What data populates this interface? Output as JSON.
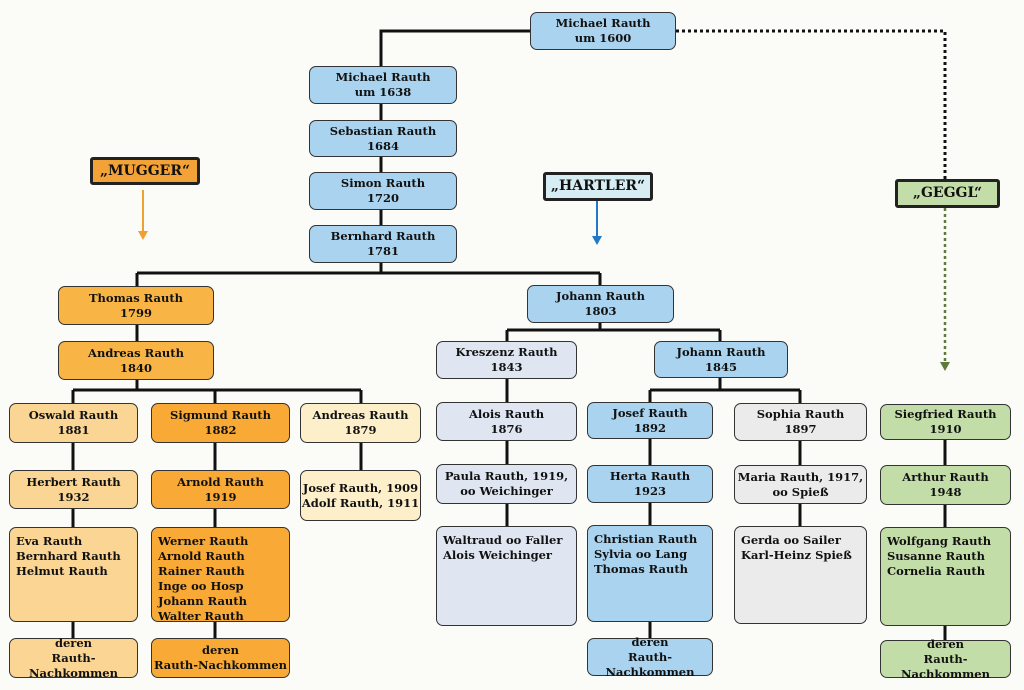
{
  "tags": {
    "mugger": "„MUGGER“",
    "hartler": "„HARTLER“",
    "geggl": "„GEGGL“"
  },
  "colors": {
    "mugger": "#f2a236",
    "hartler": "#a9d3ee",
    "geggl": "#c3dda8",
    "line": "#111111"
  },
  "people": {
    "michael_1600": "Michael Rauth\num 1600",
    "michael_1638": "Michael Rauth\num 1638",
    "sebastian": "Sebastian Rauth\n1684",
    "simon": "Simon Rauth\n1720",
    "bernhard": "Bernhard Rauth\n1781",
    "thomas": "Thomas Rauth\n1799",
    "andreas_1840": "Andreas Rauth\n1840",
    "oswald": "Oswald Rauth\n1881",
    "sigmund": "Sigmund Rauth\n1882",
    "andreas_1879": "Andreas Rauth\n1879",
    "herbert": "Herbert Rauth\n1932",
    "arnold": "Arnold Rauth\n1919",
    "josef_adolf": "Josef Rauth, 1909\nAdolf Rauth, 1911",
    "eva_group": "Eva Rauth\nBernhard Rauth\nHelmut Rauth",
    "werner_group": "Werner Rauth\nArnold Rauth\nRainer Rauth\nInge oo Hosp\nJohann Rauth\nWalter Rauth",
    "deren_1": "deren\nRauth-Nachkommen",
    "deren_2": "deren\nRauth-Nachkommen",
    "johann_1803": "Johann Rauth\n1803",
    "kreszenz": "Kreszenz Rauth\n1843",
    "johann_1845": "Johann Rauth\n1845",
    "alois": "Alois Rauth\n1876",
    "josef_1892": "Josef Rauth\n1892",
    "sophia": "Sophia Rauth\n1897",
    "paula": "Paula Rauth, 1919,\noo Weichinger",
    "herta": "Herta Rauth\n1923",
    "maria": "Maria Rauth, 1917,\noo Spieß",
    "waltraud_group": "Waltraud oo Faller\nAlois Weichinger",
    "christian_group": "Christian Rauth\nSylvia oo Lang\nThomas Rauth",
    "gerda_group": "Gerda oo Sailer\nKarl-Heinz Spieß",
    "deren_3": "deren\nRauth-Nachkommen",
    "siegfried": "Siegfried Rauth\n1910",
    "arthur": "Arthur Rauth\n1948",
    "wolfgang_group": "Wolfgang Rauth\nSusanne Rauth\nCornelia Rauth",
    "deren_4": "deren\nRauth-Nachkommen"
  }
}
